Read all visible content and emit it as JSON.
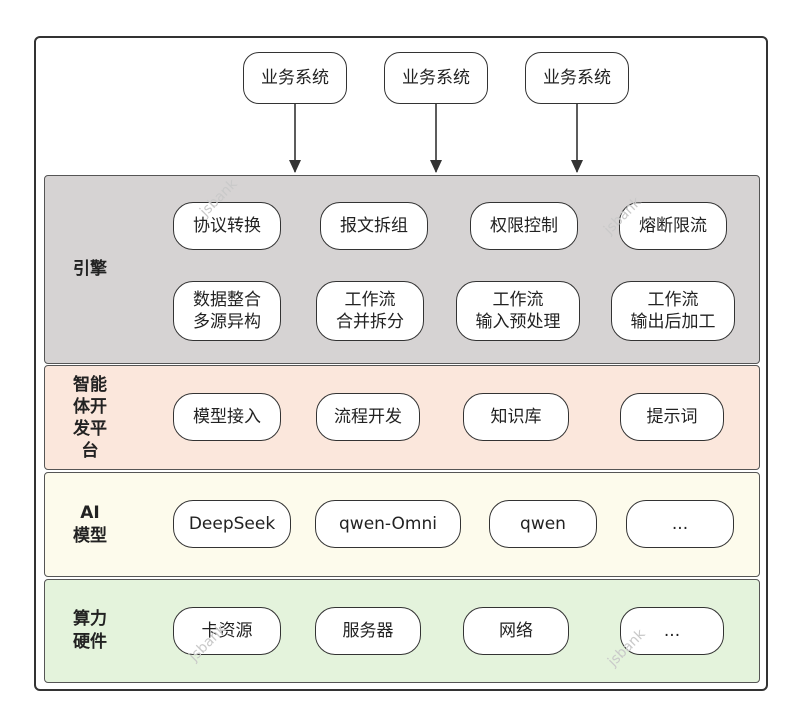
{
  "business_systems": [
    "业务系统",
    "业务系统",
    "业务系统"
  ],
  "layers": [
    {
      "label": "引擎",
      "color": "#d6d3d3",
      "rows": [
        [
          "协议转换",
          "报文拆组",
          "权限控制",
          "熔断限流"
        ],
        [
          "数据整合\n多源异构",
          "工作流\n合并拆分",
          "工作流\n输入预处理",
          "工作流\n输出后加工"
        ]
      ]
    },
    {
      "label": "智能\n体开\n发平\n台",
      "color": "#fbe7dc",
      "rows": [
        [
          "模型接入",
          "流程开发",
          "知识库",
          "提示词"
        ]
      ]
    },
    {
      "label": "AI\n模型",
      "color": "#fdfbec",
      "rows": [
        [
          "DeepSeek",
          "qwen-Omni",
          "qwen",
          "..."
        ]
      ]
    },
    {
      "label": "算力\n硬件",
      "color": "#e4f3dc",
      "rows": [
        [
          "卡资源",
          "服务器",
          "网络",
          "..."
        ]
      ]
    }
  ],
  "watermark": "jsbank"
}
